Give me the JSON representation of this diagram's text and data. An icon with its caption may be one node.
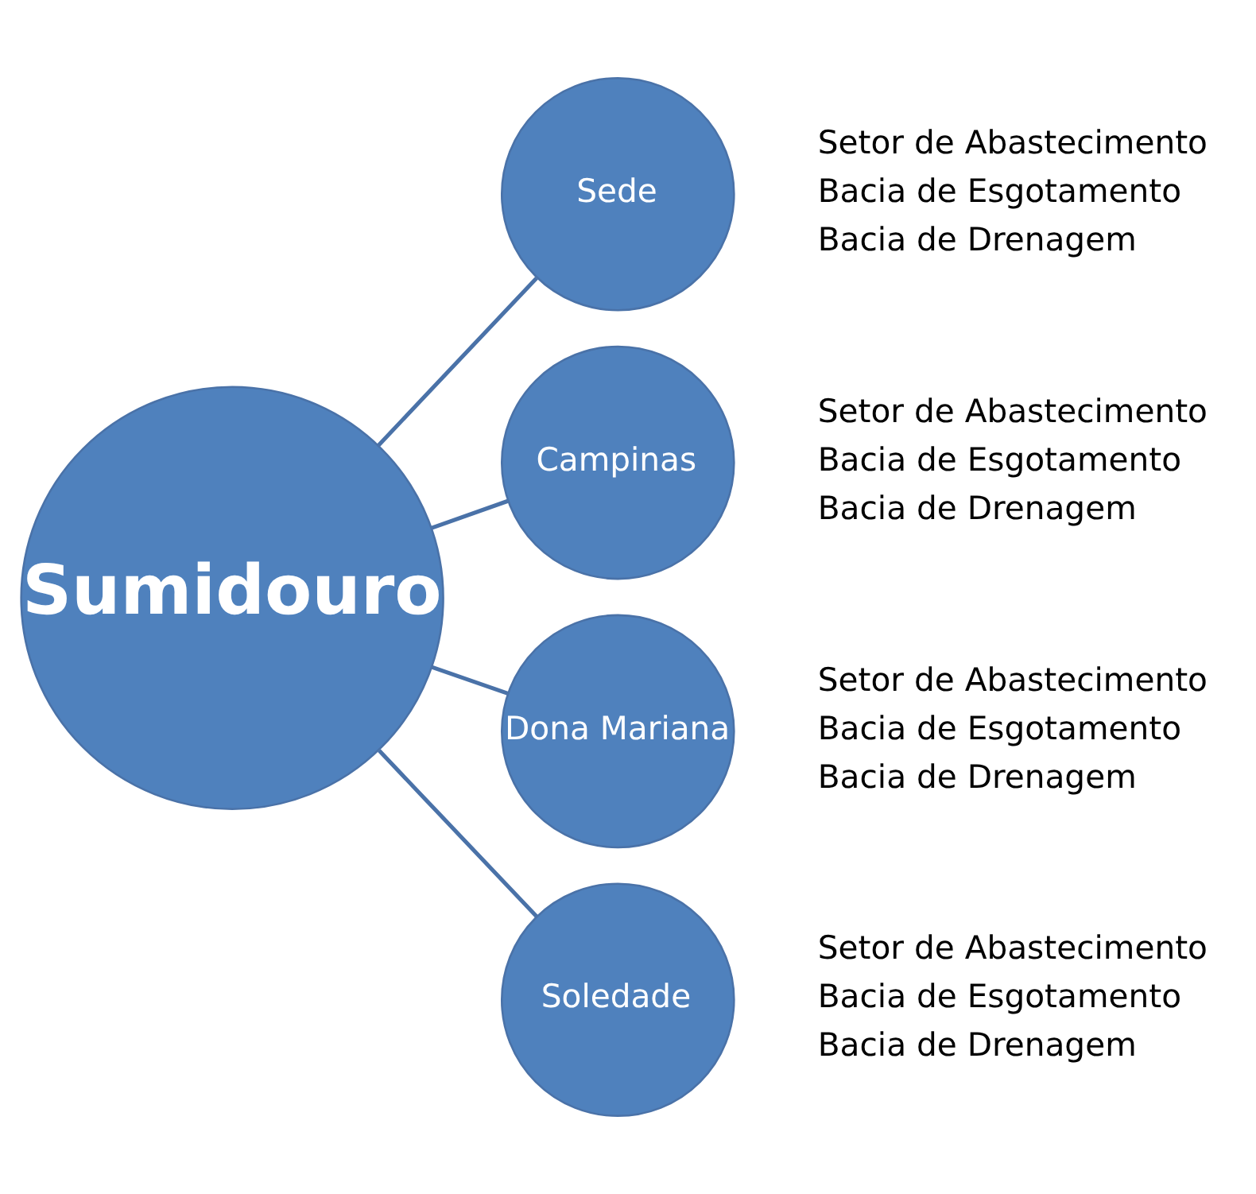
{
  "diagram": {
    "nodes": [
      {
        "text": [
          "Sumidouro"
        ]
      },
      {
        "text": [
          "Sede"
        ],
        "beside": [
          "Setor de Abastecimento",
          "Bacia de Esgotamento",
          "Bacia de Drenagem"
        ]
      },
      {
        "text": [
          "Campinas"
        ],
        "beside": [
          "Setor de Abastecimento",
          "Bacia de Esgotamento",
          "Bacia de Drenagem"
        ]
      },
      {
        "text": [
          "Dona Mariana"
        ],
        "beside": [
          "Setor de Abastecimento",
          "Bacia de Esgotamento",
          "Bacia de Drenagem"
        ]
      },
      {
        "text": [
          "Soledade"
        ],
        "beside": [
          "Setor de Abastecimento",
          "Bacia de Esgotamento",
          "Bacia de Drenagem"
        ]
      }
    ],
    "edges": [
      {
        "from": 0,
        "to": 1,
        "arrow": "none"
      },
      {
        "from": 0,
        "to": 2,
        "arrow": "none"
      },
      {
        "from": 0,
        "to": 3,
        "arrow": "none"
      },
      {
        "from": 0,
        "to": 4,
        "arrow": "none"
      }
    ]
  }
}
